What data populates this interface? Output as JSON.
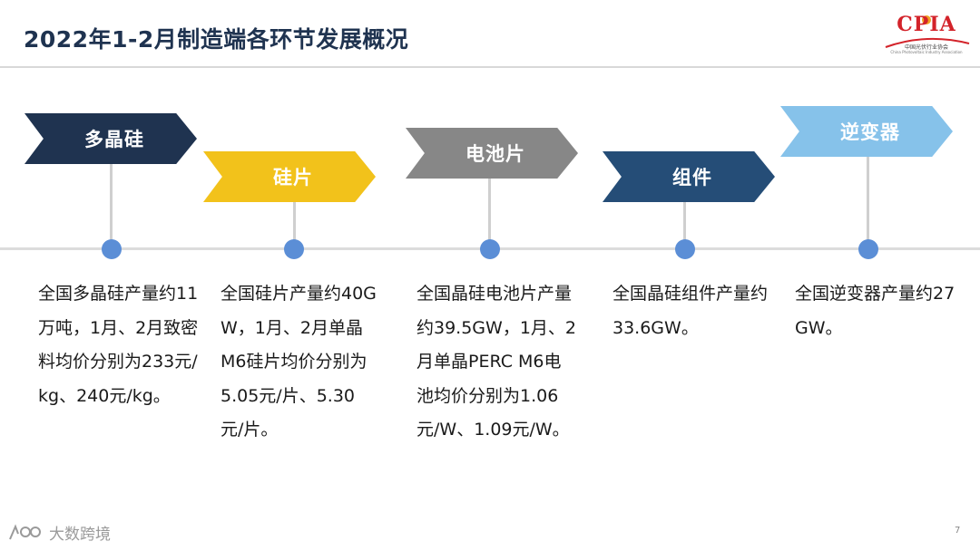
{
  "header": {
    "title": "2022年1-2月制造端各环节发展概况",
    "logo_text": "CPIA",
    "logo_subtitle": "中国光伏行业协会",
    "logo_subtitle_en": "China Photovoltaic Industry Association"
  },
  "stages": [
    {
      "label": "多晶硅",
      "color": "#1f3350",
      "description": "全国多晶硅产量约11万吨，1月、2月致密料均价分别为233元/kg、240元/kg。"
    },
    {
      "label": "硅片",
      "color": "#f2c21b",
      "description": "全国硅片产量约40GW，1月、2月单晶M6硅片均价分别为5.05元/片、5.30元/片。"
    },
    {
      "label": "电池片",
      "color": "#878787",
      "description": "全国晶硅电池片产量约39.5GW，1月、2月单晶PERC M6电池均价分别为1.06元/W、1.09元/W。"
    },
    {
      "label": "组件",
      "color": "#254d77",
      "description": "全国晶硅组件产量约33.6GW。"
    },
    {
      "label": "逆变器",
      "color": "#86c2ea",
      "description": "全国逆变器产量约27GW。"
    }
  ],
  "watermark": "大数跨境",
  "page_number": "7"
}
